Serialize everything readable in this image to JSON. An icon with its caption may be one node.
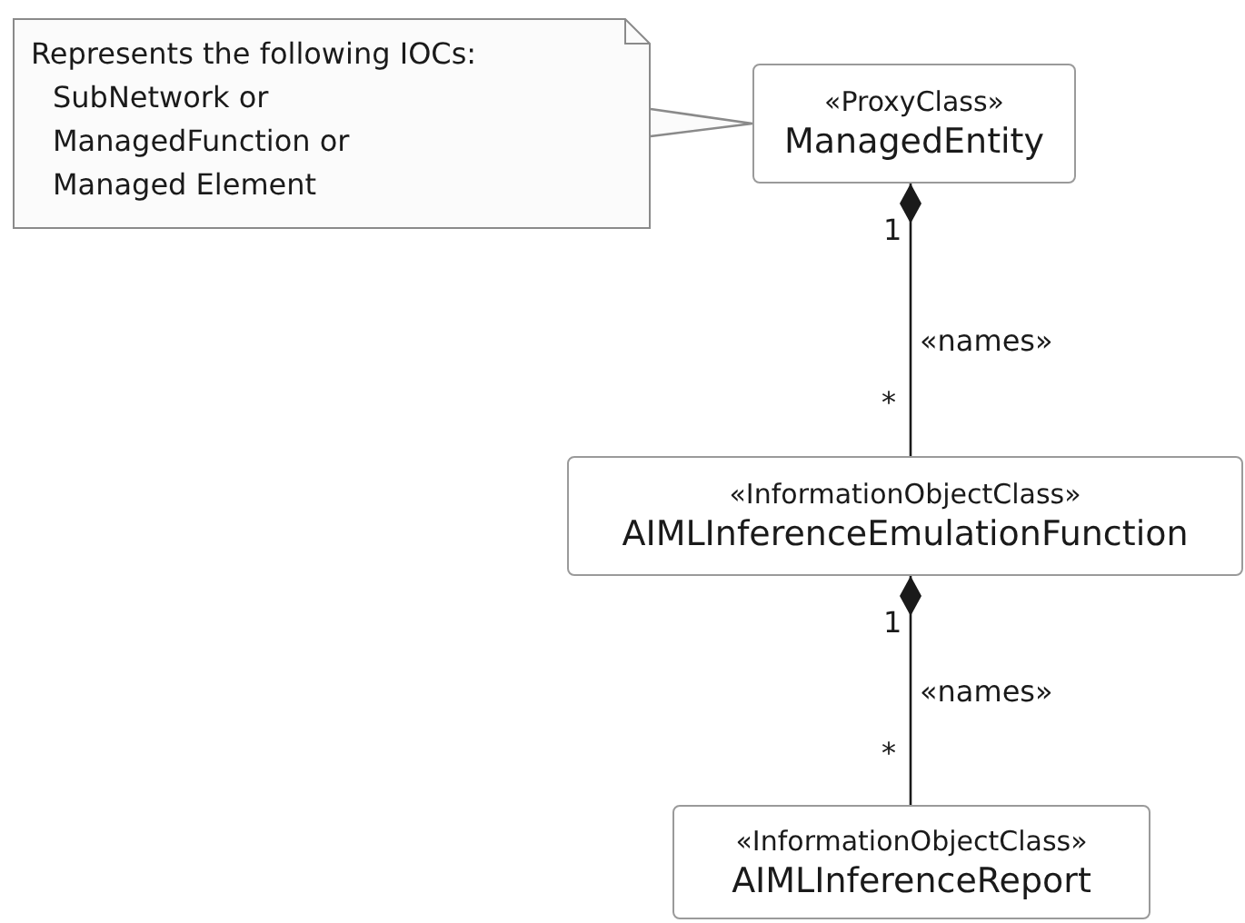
{
  "diagram": {
    "nodes": [
      {
        "text": [
          "Represents the following IOCs:",
          "SubNetwork or",
          "ManagedFunction or",
          "Managed Element"
        ]
      },
      {
        "text": [
          "«ProxyClass»",
          "ManagedEntity"
        ]
      },
      {
        "text": [
          "«InformationObjectClass»",
          "AIMLInferenceEmulationFunction"
        ]
      },
      {
        "text": [
          "«InformationObjectClass»",
          "AIMLInferenceReport"
        ]
      }
    ],
    "edges": [
      {
        "from": 0,
        "to": 1,
        "arrow": "none",
        "color": "#8a8a8a"
      },
      {
        "from": 1,
        "to": 2,
        "arrow": "other",
        "label": "«names»"
      },
      {
        "from": 2,
        "to": 3,
        "arrow": "other",
        "label": "«names»"
      }
    ],
    "labels": [
      "1",
      "*",
      "1",
      "*"
    ]
  }
}
